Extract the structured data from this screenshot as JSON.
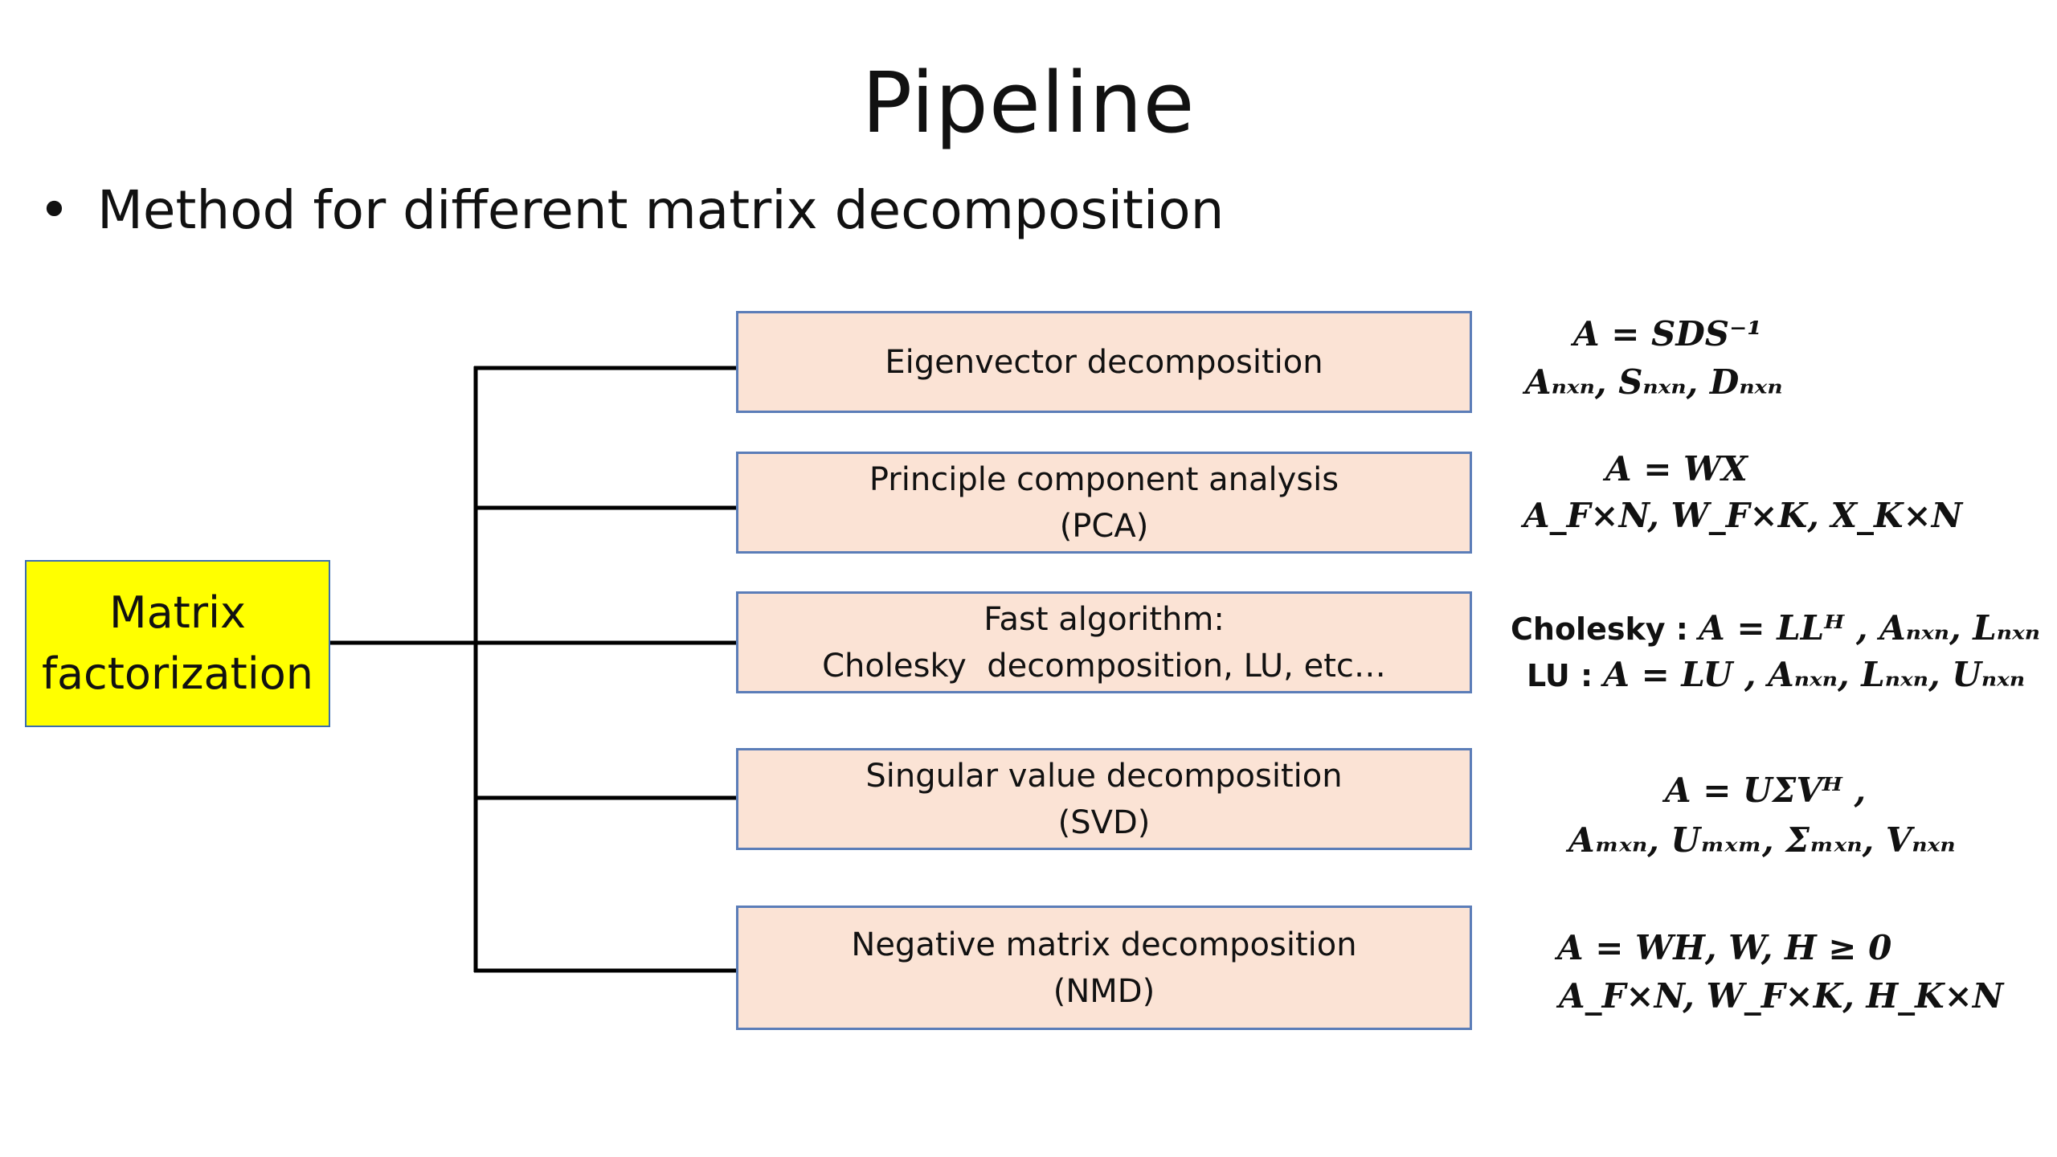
{
  "slide": {
    "title": "Pipeline",
    "bullet": "Method for different matrix decomposition"
  },
  "diagram": {
    "root": {
      "line1": "Matrix",
      "line2": "factorization"
    },
    "methods": [
      {
        "label": "Eigenvector decomposition",
        "formula_line1": "A = SDS⁻¹",
        "formula_line2": "Aₙₓₙ, Sₙₓₙ, Dₙₓₙ"
      },
      {
        "label": "Principle component analysis\n(PCA)",
        "formula_line1": "A = WX",
        "formula_line2": "A_F×N, W_F×K, X_K×N"
      },
      {
        "label": "Fast algorithm:\nCholesky  decomposition, LU, etc…",
        "formula_line1_label": "Cholesky : ",
        "formula_line1": "A = LLᴴ  , Aₙₓₙ, Lₙₓₙ",
        "formula_line2_label": "LU : ",
        "formula_line2": "A = LU  , Aₙₓₙ, Lₙₓₙ, Uₙₓₙ"
      },
      {
        "label": "Singular value decomposition\n(SVD)",
        "formula_line1": "A = UΣVᴴ  ,",
        "formula_line2": "Aₘₓₙ, Uₘₓₘ, Σₘₓₙ, Vₙₓₙ"
      },
      {
        "label": "Negative matrix decomposition\n(NMD)",
        "formula_line1": "A = WH, W, H ≥ 0",
        "formula_line2": "A_F×N, W_F×K, H_K×N"
      }
    ]
  },
  "colors": {
    "root_fill": "#ffff00",
    "method_fill": "#fbe3d5",
    "box_border": "#5b7db8",
    "connector": "#000000"
  }
}
